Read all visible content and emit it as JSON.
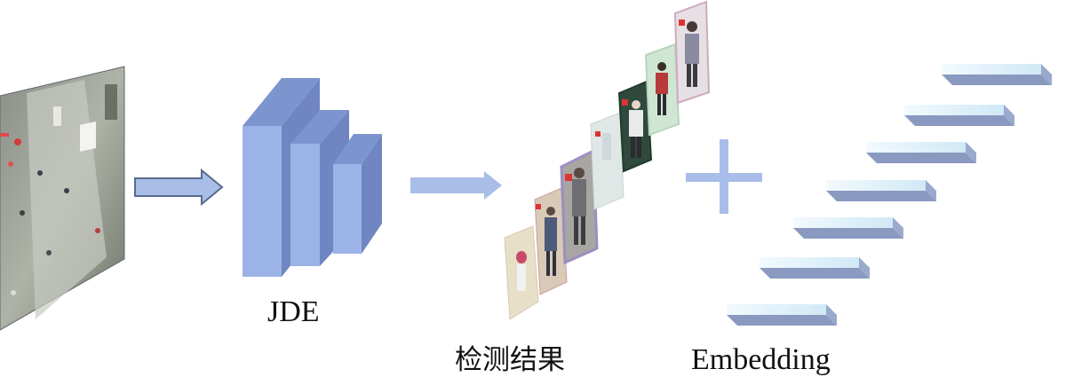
{
  "labels": {
    "jde": "JDE",
    "detection_results": "检测结果",
    "embedding": "Embedding"
  },
  "icons": {
    "input_frame": "street-scene-image",
    "model": "stacked-3d-blocks",
    "detections": "person-crop-thumbnails",
    "combine": "plus-icon",
    "embeddings": "embedding-bars"
  },
  "colors": {
    "arrow_fill": "#a8bee8",
    "arrow_stroke": "#5a6b8c",
    "block_front": "#9cb3e8",
    "block_top": "#7d95cf",
    "block_side": "#6f86c3",
    "plus": "#a9bdea",
    "bar_top": "#e4f3fb",
    "bar_front": "#c9e6f5",
    "bar_shadow": "#8a99c0"
  }
}
